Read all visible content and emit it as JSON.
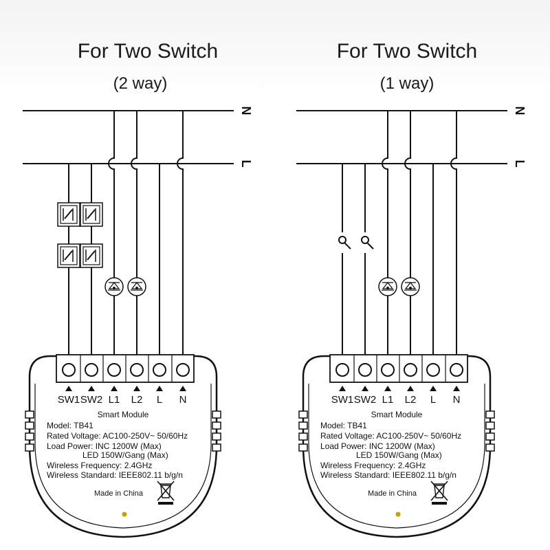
{
  "panels": [
    {
      "title": "For Two Switch",
      "subtitle": "(2 way)",
      "type": "two-way",
      "bus_labels": {
        "n": "N",
        "l": "L"
      },
      "terminals": [
        "SW1",
        "SW2",
        "L1",
        "L2",
        "L",
        "N"
      ],
      "module": {
        "name": "Smart Module",
        "specs": [
          "Model: TB41",
          "Rated Voltage: AC100-250V~ 50/60Hz",
          "Load Power: INC 1200W (Max)",
          "LED 150W/Gang (Max)",
          "Wireless Frequency: 2.4GHz",
          "Wireless Standard: IEEE802.11 b/g/n"
        ],
        "origin": "Made in China"
      }
    },
    {
      "title": "For Two Switch",
      "subtitle": "(1 way)",
      "type": "one-way",
      "bus_labels": {
        "n": "N",
        "l": "L"
      },
      "terminals": [
        "SW1",
        "SW2",
        "L1",
        "L2",
        "L",
        "N"
      ],
      "module": {
        "name": "Smart Module",
        "specs": [
          "Model: TB41",
          "Rated Voltage: AC100-250V~ 50/60Hz",
          "Load Power: INC 1200W (Max)",
          "LED 150W/Gang (Max)",
          "Wireless Frequency: 2.4GHz",
          "Wireless Standard: IEEE802.11 b/g/n"
        ],
        "origin": "Made in China"
      }
    }
  ],
  "colors": {
    "line": "#111111",
    "led": "#c8a000"
  }
}
